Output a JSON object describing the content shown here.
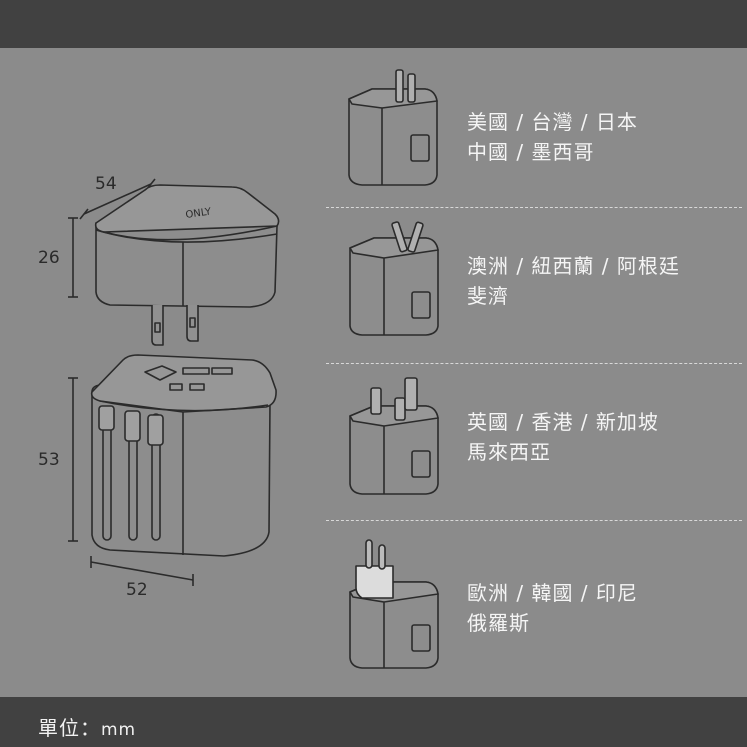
{
  "footer": {
    "unit_prefix": "單位：",
    "unit_value": "mm"
  },
  "dimensions": {
    "top_width": "54",
    "top_height": "26",
    "body_height": "53",
    "body_width": "52"
  },
  "plug_types": [
    {
      "line1": "美國 / 台灣 / 日本",
      "line2": "中國 / 墨西哥"
    },
    {
      "line1": "澳洲 / 紐西蘭 / 阿根廷",
      "line2": "斐濟"
    },
    {
      "line1": "英國 / 香港 / 新加坡",
      "line2": "馬來西亞"
    },
    {
      "line1": "歐洲 / 韓國 / 印尼",
      "line2": "俄羅斯"
    }
  ],
  "logo_text": "ONLY",
  "colors": {
    "background": "#8b8b8b",
    "bars": "#414141",
    "line_art": "#2b2b2b",
    "text": "#f5f5f5"
  }
}
